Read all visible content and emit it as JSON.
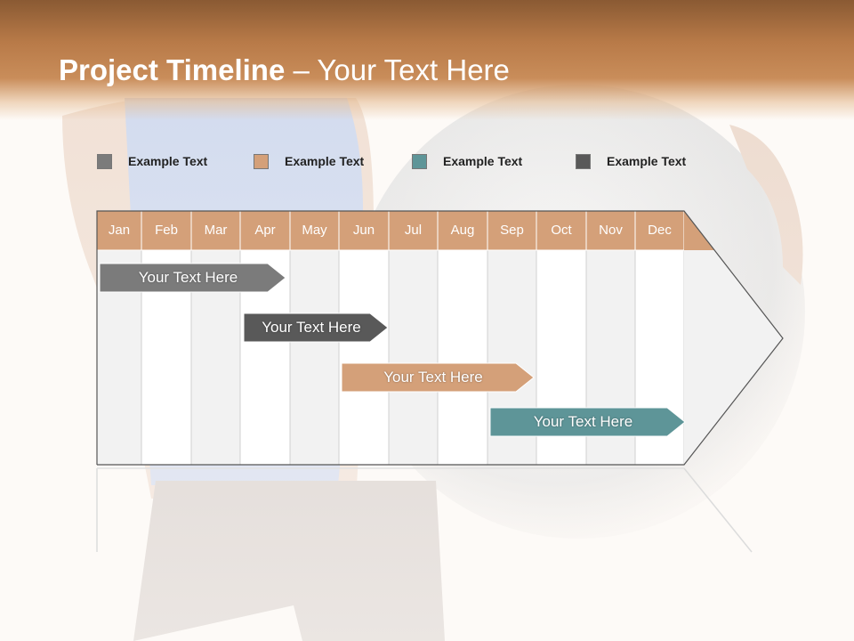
{
  "title": {
    "bold": "Project Timeline",
    "rest": " – Your Text Here"
  },
  "legend": [
    {
      "label": "Example Text",
      "color": "#7b7b7b"
    },
    {
      "label": "Example Text",
      "color": "#d4a079"
    },
    {
      "label": "Example Text",
      "color": "#5e9598"
    },
    {
      "label": "Example Text",
      "color": "#595959"
    }
  ],
  "months": [
    "Jan",
    "Feb",
    "Mar",
    "Apr",
    "May",
    "Jun",
    "Jul",
    "Aug",
    "Sep",
    "Oct",
    "Nov",
    "Dec"
  ],
  "tasks": [
    {
      "label": "Your  Text Here",
      "color": "#7b7b7b",
      "start_month": "Jan",
      "end_month": "Apr"
    },
    {
      "label": "Your  Text Here",
      "color": "#595959",
      "start_month": "Apr",
      "end_month": "Jun"
    },
    {
      "label": "Your  Text Here",
      "color": "#d4a079",
      "start_month": "Jun",
      "end_month": "Sep"
    },
    {
      "label": "Your  Text Here",
      "color": "#5e9598",
      "start_month": "Sep",
      "end_month": "Dec"
    }
  ],
  "colors": {
    "header_brown": "#b87a48",
    "month_header": "#d4a079",
    "shaded_column": "#f2f2f2"
  }
}
